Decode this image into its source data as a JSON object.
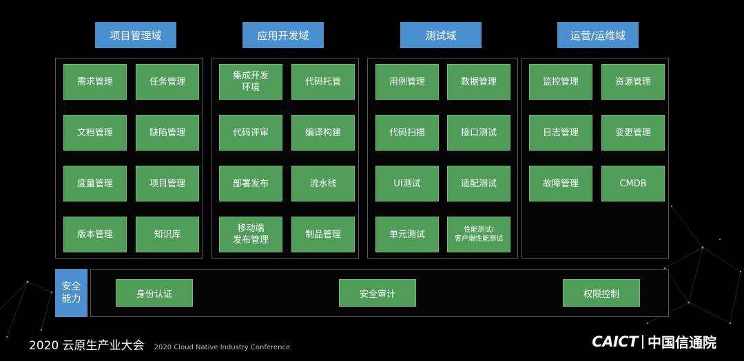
{
  "domains": [
    {
      "title": "项目管理域",
      "tiles": [
        "需求管理",
        "任务管理",
        "文档管理",
        "缺陷管理",
        "度量管理",
        "项目管理",
        "版本管理",
        "知识库"
      ]
    },
    {
      "title": "应用开发域",
      "tiles": [
        "集成开发\n环境",
        "代码托管",
        "代码评审",
        "编译构建",
        "部署发布",
        "流水线",
        "移动端\n发布管理",
        "制品管理"
      ]
    },
    {
      "title": "测试域",
      "tiles": [
        "用例管理",
        "数据管理",
        "代码扫描",
        "接口测试",
        "UI测试",
        "适配测试",
        "单元测试",
        "性能测试/\n客户端性能测试"
      ]
    },
    {
      "title": "运营/运维域",
      "tiles": [
        "监控管理",
        "资源管理",
        "日志管理",
        "变更管理",
        "故障管理",
        "CMDB"
      ]
    }
  ],
  "security": {
    "label": "安全\n能力",
    "items": [
      "身份认证",
      "安全审计",
      "权限控制"
    ]
  },
  "footer": {
    "conference_cn": "2020 云原生产业大会",
    "conference_en": "2020 Cloud Native Industry Conference",
    "logo_text": "CAICT",
    "logo_cn": "中国信通院"
  }
}
